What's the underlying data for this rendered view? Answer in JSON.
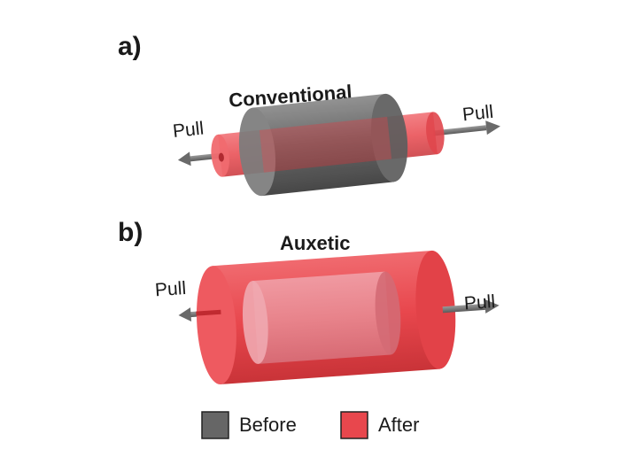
{
  "panel_a": {
    "label": "a)",
    "title": "Conventional",
    "pull_left": "Pull",
    "pull_right": "Pull"
  },
  "panel_b": {
    "label": "b)",
    "title": "Auxetic",
    "pull_left": "Pull",
    "pull_right": "Pull"
  },
  "legend": {
    "before": "Before",
    "after": "After"
  },
  "colors": {
    "before": "#666666",
    "after": "#e8474d",
    "arrow": "#7a7a7a"
  }
}
